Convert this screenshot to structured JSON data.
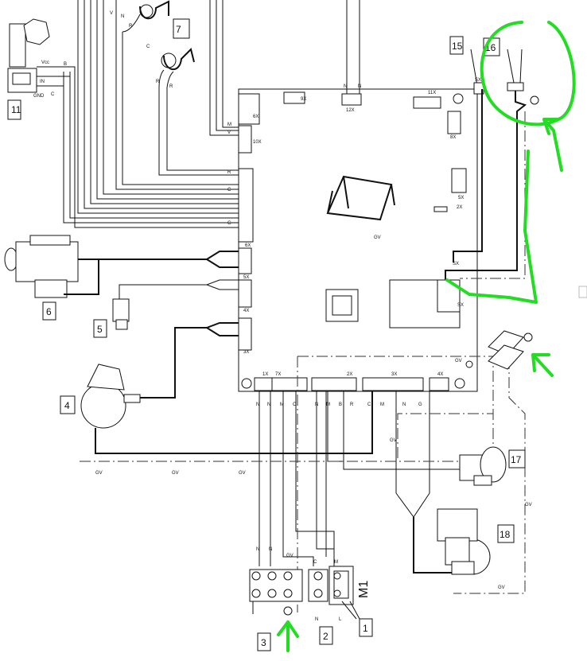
{
  "components": [
    {
      "tag": "1"
    },
    {
      "tag": "2"
    },
    {
      "tag": "3"
    },
    {
      "tag": "4"
    },
    {
      "tag": "5"
    },
    {
      "tag": "6"
    },
    {
      "tag": "7"
    },
    {
      "tag": "11"
    },
    {
      "tag": "15"
    },
    {
      "tag": "16"
    },
    {
      "tag": "17"
    },
    {
      "tag": "18"
    }
  ],
  "motor_label": "M1",
  "connectors": {
    "x1": "1X",
    "x2": "2X",
    "x3": "3X",
    "x4": "4X",
    "x5": "5X",
    "x6": "6X",
    "x7": "7X",
    "x8": "8X",
    "x9": "9X",
    "x10": "10X",
    "x11": "11X",
    "x12": "12X"
  },
  "wires": {
    "n": "N",
    "l": "L",
    "c": "C",
    "m": "M",
    "v": "V",
    "b": "B",
    "r": "R",
    "g": "G",
    "gv": "GV",
    "gnd": "GND",
    "in": "IN",
    "vcc": "Vcc",
    "sx": "SX"
  },
  "colors": {
    "highlight": "#22dd22",
    "line": "#111111"
  }
}
